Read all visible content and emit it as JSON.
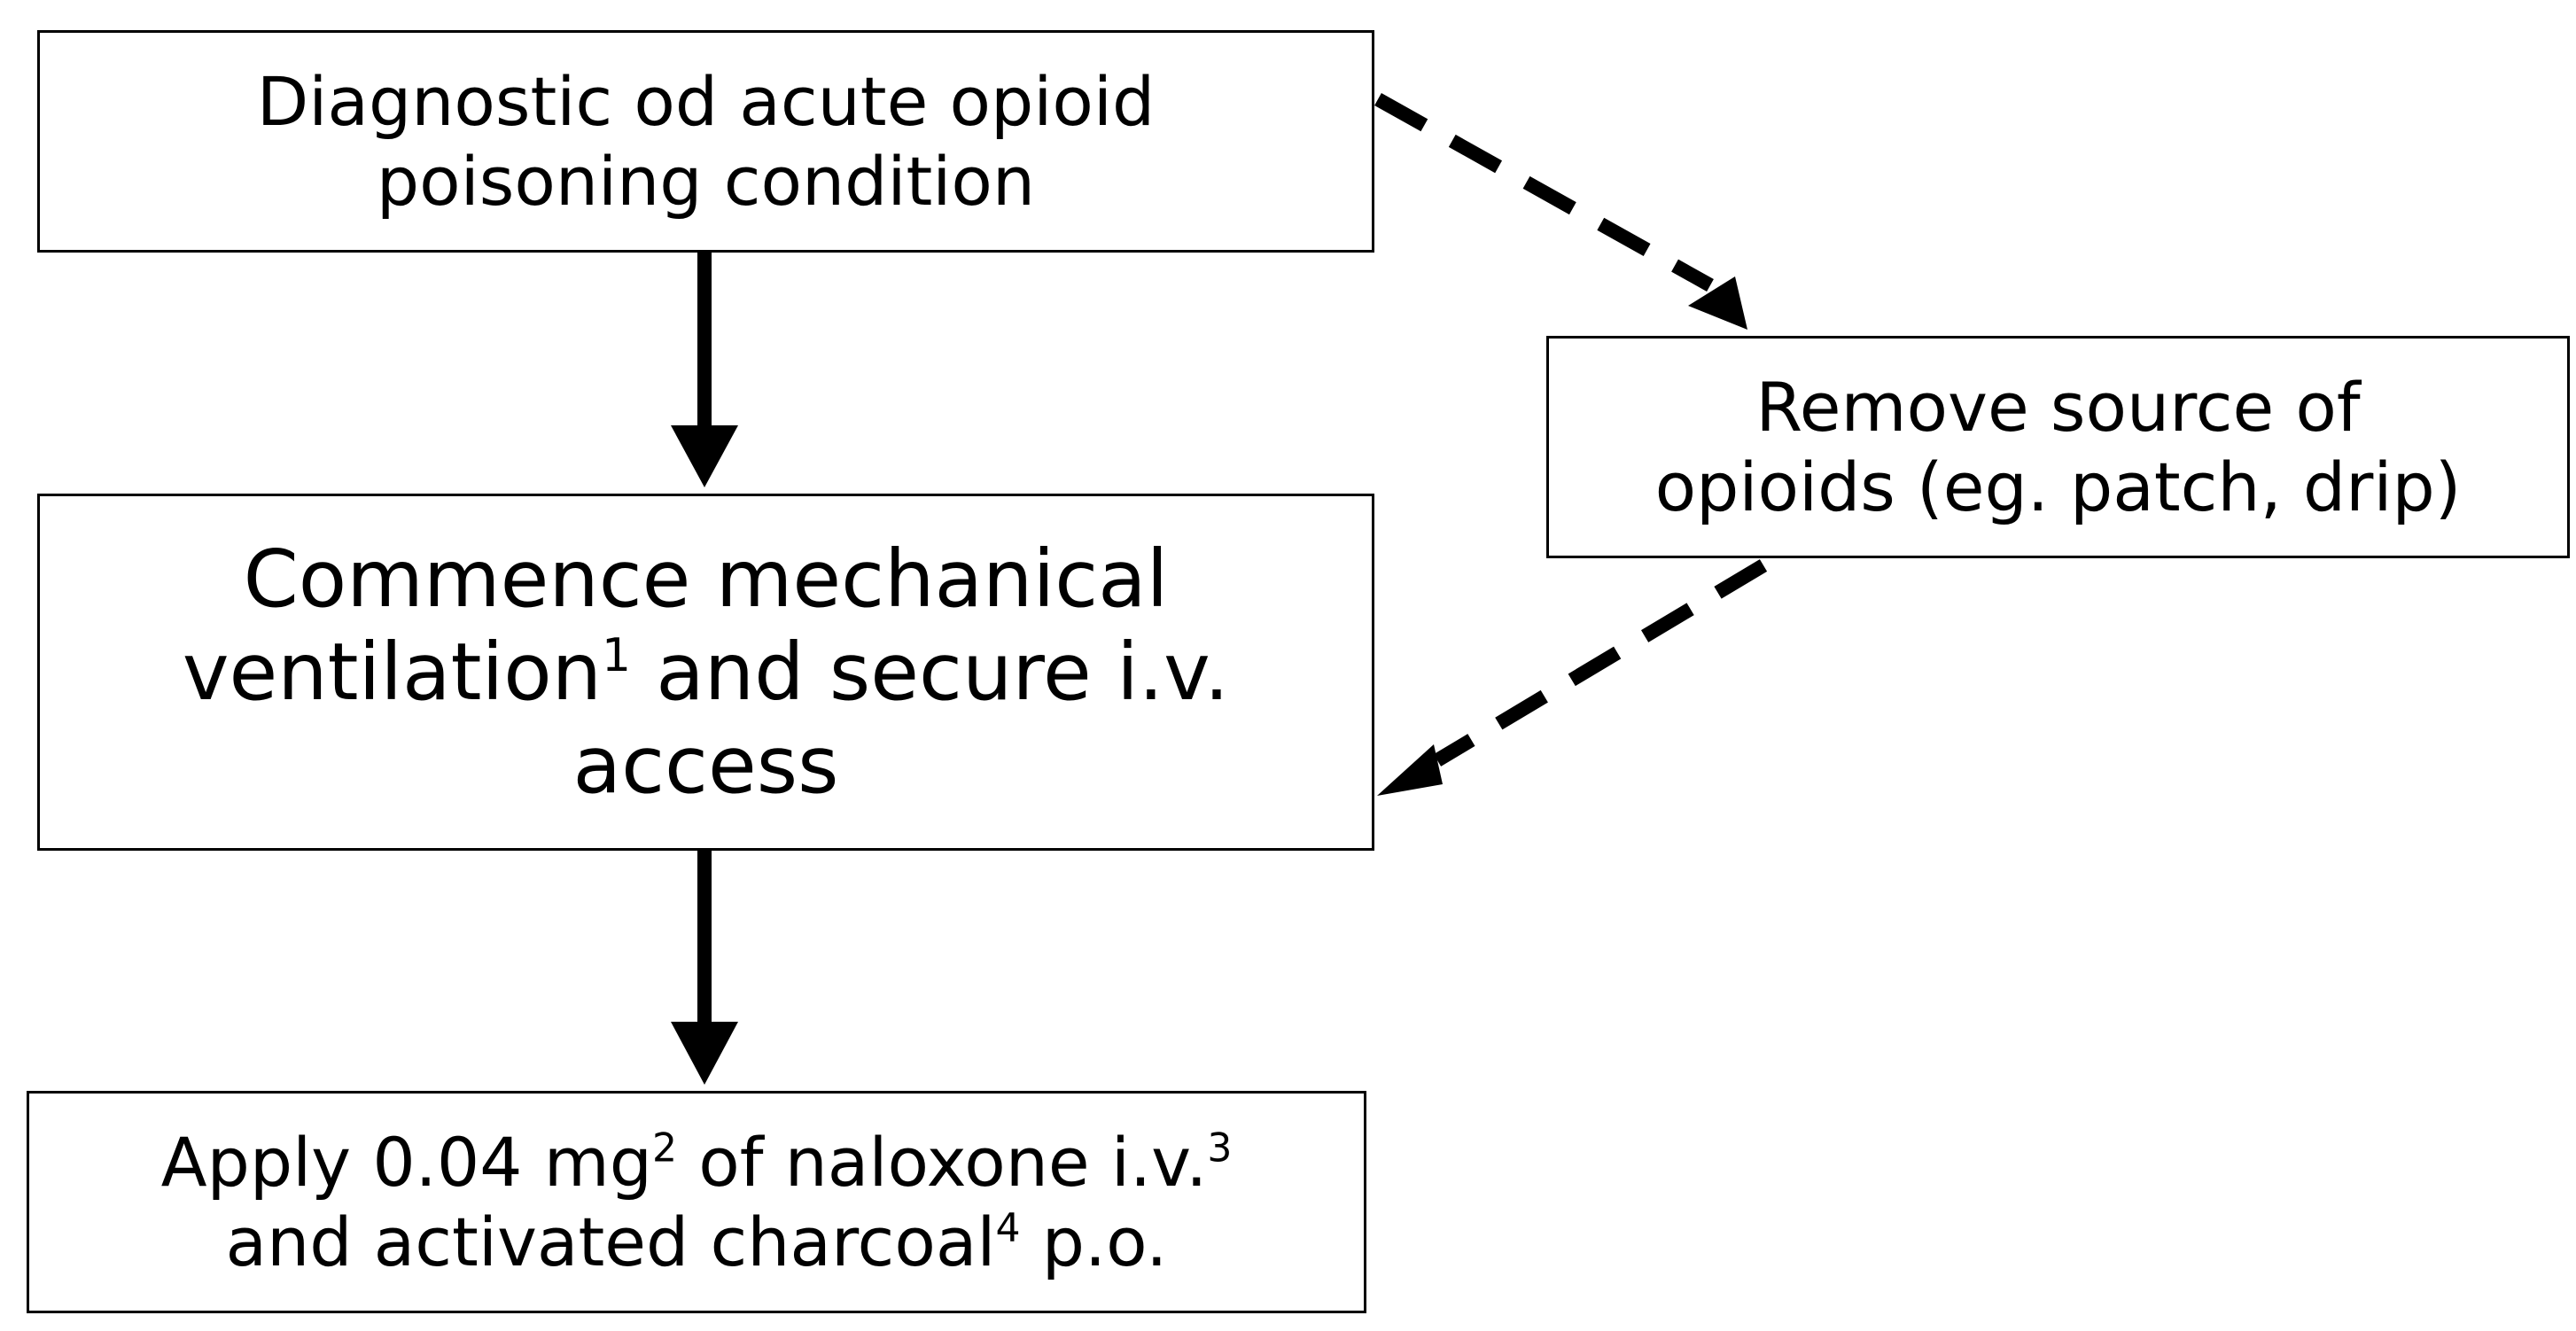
{
  "nodes": {
    "diagnosis": {
      "lines": [
        "Diagnostic od acute opioid",
        "poisoning condition"
      ]
    },
    "remove_source": {
      "lines": [
        "Remove source of",
        "opioids (eg. patch, drip)"
      ]
    },
    "ventilation": {
      "line1": "Commence mechanical",
      "line2_pre": "ventilation",
      "line2_sup": "1",
      "line2_post": " and secure i.v.",
      "line3": "access"
    },
    "naloxone": {
      "line1_pre": "Apply 0.04 mg",
      "line1_sup1": "2",
      "line1_mid": " of naloxone i.v.",
      "line1_sup2": "3",
      "line2_pre": "and activated charcoal",
      "line2_sup": "4",
      "line2_post": " p.o."
    }
  },
  "edges": [
    {
      "from": "diagnosis",
      "to": "ventilation",
      "style": "solid"
    },
    {
      "from": "ventilation",
      "to": "naloxone",
      "style": "solid"
    },
    {
      "from": "diagnosis",
      "to": "remove_source",
      "style": "dashed"
    },
    {
      "from": "remove_source",
      "to": "ventilation",
      "style": "dashed"
    }
  ],
  "colors": {
    "stroke": "#000000",
    "background": "#ffffff"
  }
}
